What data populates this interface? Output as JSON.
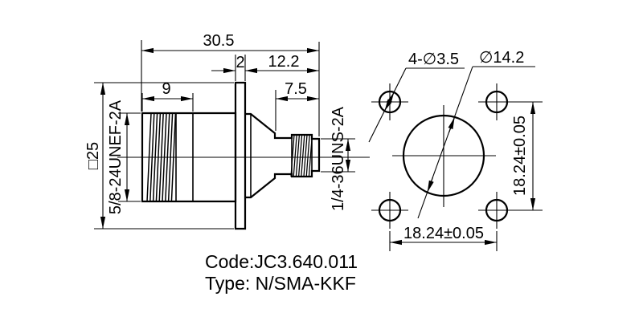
{
  "drawing": {
    "side_view": {
      "overall_length": "30.5",
      "flange_thickness": "2",
      "right_section_length": "12.2",
      "n_thread_length": "9",
      "sma_section_length": "7.5",
      "flange_square": "□25",
      "n_thread_spec": "5/8-24UNEF-2A",
      "sma_thread_spec": "1/4-36UNS-2A"
    },
    "front_view": {
      "mount_holes": "4-∅3.5",
      "center_diameter": "∅14.2",
      "hole_spacing_vertical": "18.24±0.05",
      "hole_spacing_horizontal": "18.24±0.05"
    },
    "caption": {
      "code": "Code:JC3.640.011",
      "type": "Type: N/SMA-KKF"
    },
    "colors": {
      "line": "#000000",
      "background": "#ffffff"
    }
  }
}
